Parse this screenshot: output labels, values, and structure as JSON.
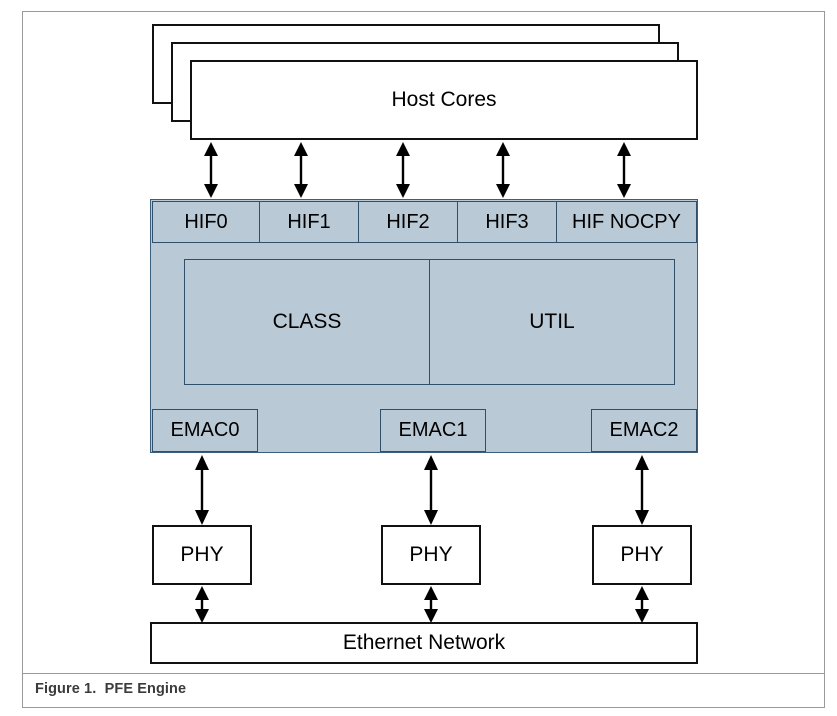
{
  "figure": {
    "caption_label": "Figure 1.",
    "caption_title": "PFE Engine",
    "caption_full": "Figure 1.  PFE Engine"
  },
  "diagram": {
    "title": "PFE Engine block diagram",
    "host": {
      "label": "Host Cores",
      "stack_layers": 3
    },
    "hif_row": [
      {
        "label": "HIF0"
      },
      {
        "label": "HIF1"
      },
      {
        "label": "HIF2"
      },
      {
        "label": "HIF3"
      },
      {
        "label": "HIF NOCPY"
      }
    ],
    "engine_blocks": [
      {
        "label": "CLASS"
      },
      {
        "label": "UTIL"
      }
    ],
    "emac_row": [
      {
        "label": "EMAC0"
      },
      {
        "label": "EMAC1"
      },
      {
        "label": "EMAC2"
      }
    ],
    "phy_row": [
      {
        "label": "PHY"
      },
      {
        "label": "PHY"
      },
      {
        "label": "PHY"
      }
    ],
    "network": {
      "label": "Ethernet Network"
    },
    "connectors": {
      "host_to_hif": "bidirectional-arrow",
      "emac_to_phy": "bidirectional-arrow",
      "phy_to_network": "bidirectional-arrow",
      "count_host_to_hif": 5,
      "count_emac_to_phy": 3,
      "count_phy_to_network": 3
    },
    "colors": {
      "panel_fill": "#bac9d6",
      "panel_border": "#3b5f7d",
      "block_border": "#2f4f6b",
      "box_border": "#111111",
      "box_fill": "#ffffff",
      "frame_border": "#9a9a9a",
      "caption_text": "#3b3b3b"
    }
  }
}
